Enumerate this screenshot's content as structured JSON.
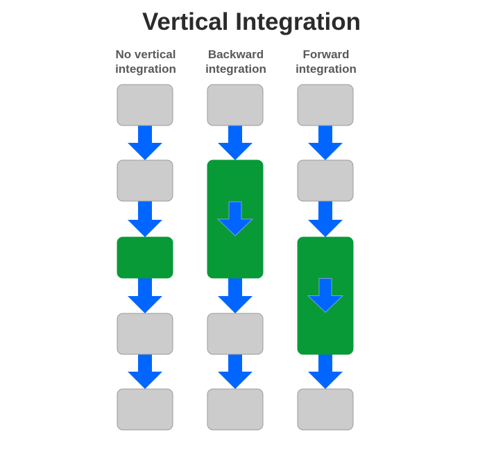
{
  "title": "Vertical Integration",
  "columns": [
    {
      "label_line1": "No vertical",
      "label_line2": "integration",
      "merged": [
        2,
        2
      ]
    },
    {
      "label_line1": "Backward",
      "label_line2": "integration",
      "merged": [
        1,
        2
      ]
    },
    {
      "label_line1": "Forward",
      "label_line2": "integration",
      "merged": [
        2,
        3
      ]
    }
  ],
  "stages": 5,
  "colors": {
    "stage_fill": "#cccccc",
    "stage_stroke": "#9a9a9a",
    "integrated_fill": "#079a37",
    "arrow_fill": "#0066ff",
    "title_color": "#2b2b2b",
    "label_color": "#595959"
  }
}
